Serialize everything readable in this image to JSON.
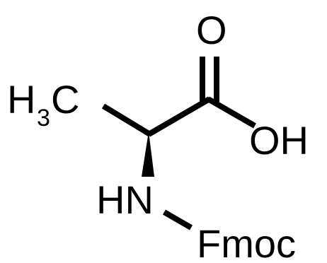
{
  "molecule": {
    "labels": {
      "methyl_h": "H",
      "methyl_sub": "3",
      "methyl_c": "C",
      "carbonyl_o": "O",
      "hydroxyl": "OH",
      "amine": "HN",
      "protecting_group": "Fmoc"
    },
    "stereo": "wedge",
    "colors": {
      "ink": "#000000",
      "background": "#ffffff"
    }
  }
}
